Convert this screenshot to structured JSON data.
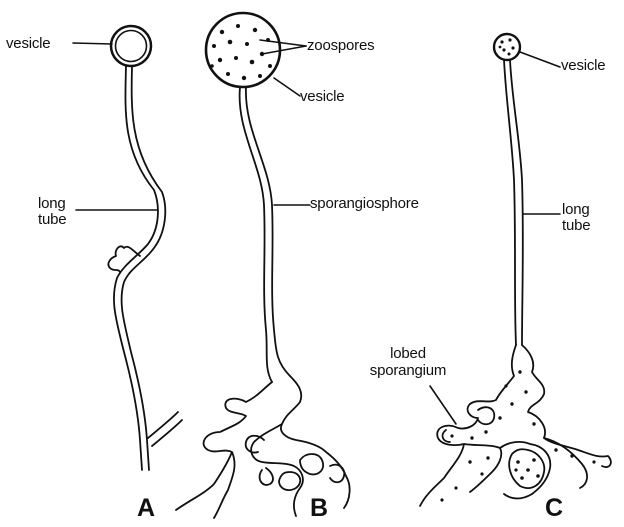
{
  "diagram": {
    "panels": {
      "a": "A",
      "b": "B",
      "c": "C"
    },
    "labels": {
      "a_vesicle": "vesicle",
      "a_long_tube": "long\ntube",
      "b_zoospores": "zoospores",
      "b_vesicle": "vesicle",
      "b_sporangiosphore": "sporangiosphore",
      "c_vesicle": "vesicle",
      "c_long_tube": "long\ntube",
      "c_lobed_sporangium": "lobed\nsporangium"
    },
    "colors": {
      "ink": "#111111",
      "background": "#ffffff"
    }
  }
}
